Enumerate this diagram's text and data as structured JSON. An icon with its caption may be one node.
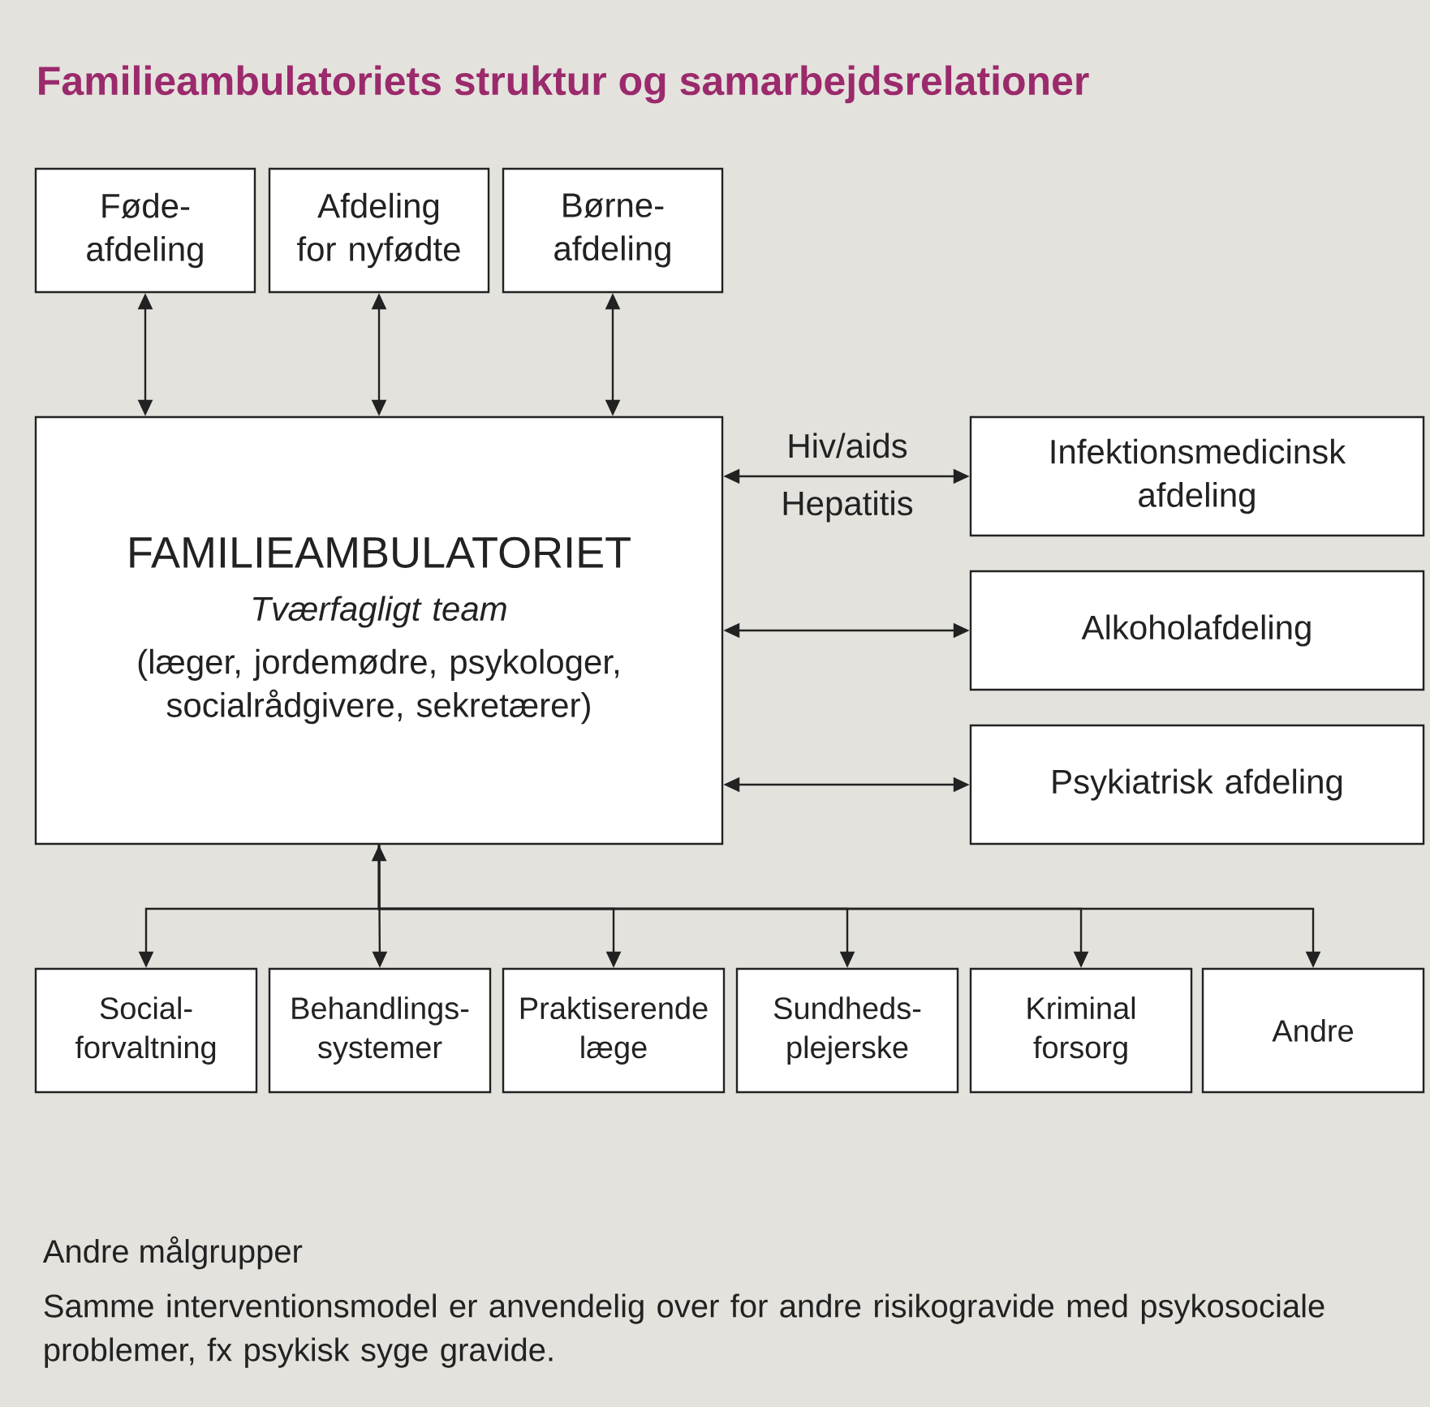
{
  "diagram": {
    "title": "Familieambulatoriets struktur og samarbejdsrelationer",
    "nodes": [
      {
        "text": [
          "Føde- afdeling"
        ]
      },
      {
        "text": [
          "Afdeling for nyfødte"
        ]
      },
      {
        "text": [
          "Børne- afdeling"
        ]
      },
      {
        "text": [
          "FAMILIEAMBULATORIET",
          "Tværfagligt team",
          "(læger, jordemødre, psykologer, socialrådgivere, sekretærer)"
        ]
      },
      {
        "text": [
          "Infektionsmedicinsk afdeling"
        ]
      },
      {
        "text": [
          "Alkoholafdeling"
        ]
      },
      {
        "text": [
          "Psykiatrisk afdeling"
        ]
      },
      {
        "text": [
          "Social- forvaltning"
        ]
      },
      {
        "text": [
          "Behandlings- systemer"
        ]
      },
      {
        "text": [
          "Praktiserende læge"
        ]
      },
      {
        "text": [
          "Sundheds- plejerske"
        ]
      },
      {
        "text": [
          "Kriminal forsorg"
        ]
      },
      {
        "text": [
          "Andre"
        ]
      }
    ],
    "edges": [
      {
        "from": 0,
        "to": 3,
        "arrow": "both"
      },
      {
        "from": 1,
        "to": 3,
        "arrow": "both"
      },
      {
        "from": 2,
        "to": 3,
        "arrow": "both"
      },
      {
        "from": 3,
        "to": 4,
        "arrow": "both",
        "label": "Hiv/aids"
      },
      {
        "from": 3,
        "to": 5,
        "arrow": "both"
      },
      {
        "from": 3,
        "to": 6,
        "arrow": "both"
      },
      {
        "from": 3,
        "to": 7,
        "arrow": "to"
      },
      {
        "from": 3,
        "to": 8,
        "arrow": "both"
      },
      {
        "from": 3,
        "to": 9,
        "arrow": "to"
      },
      {
        "from": 3,
        "to": 10,
        "arrow": "to"
      },
      {
        "from": 3,
        "to": 11,
        "arrow": "to"
      },
      {
        "from": 3,
        "to": 12,
        "arrow": "to"
      }
    ],
    "labels": [
      "Hepatitis",
      "Andre målgrupper",
      "Samme interventionsmodel er anvendelig over for andre risikogravide med psykosociale problemer, fx psykisk syge gravide."
    ]
  }
}
